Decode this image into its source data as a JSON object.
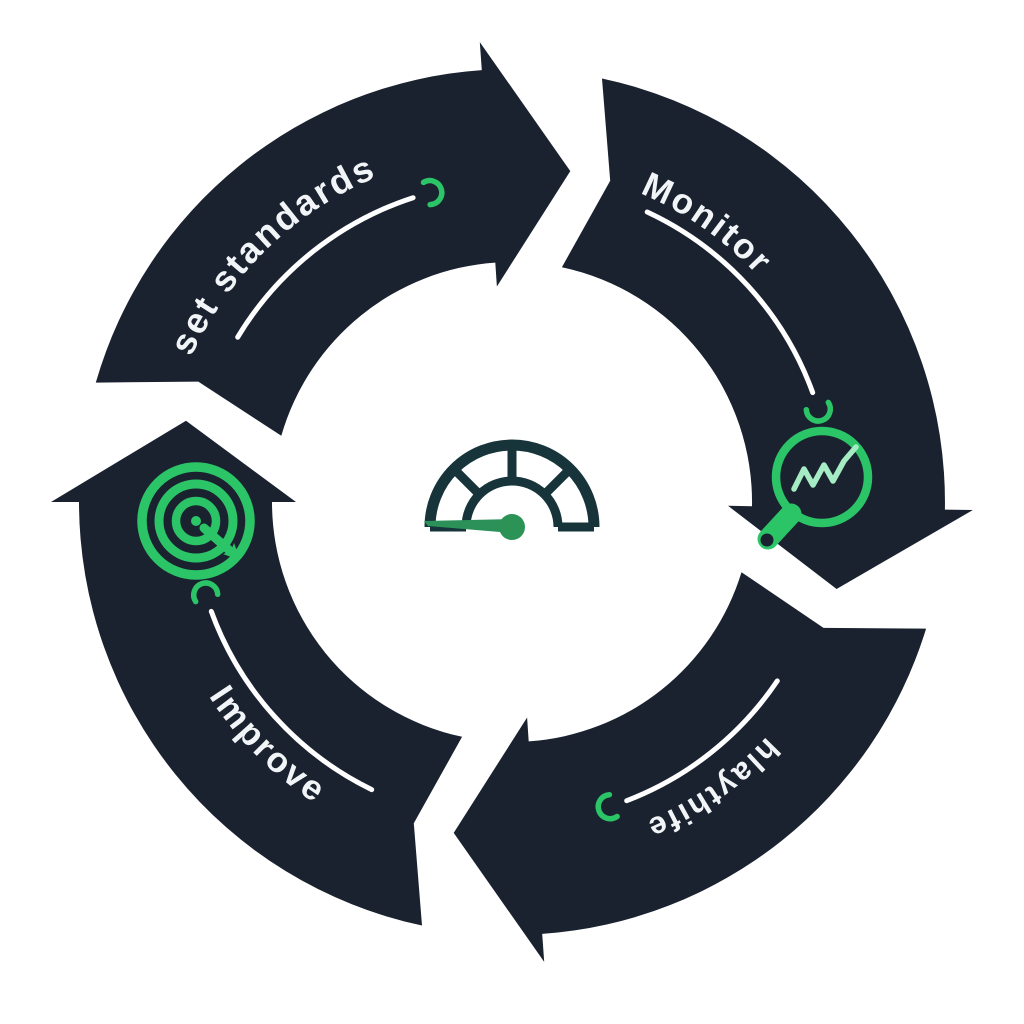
{
  "background": "#ffffff",
  "colors": {
    "ring_navy": "#1a2230",
    "accent_green": "#2bc568",
    "zigzag_mint": "#a5ecc4",
    "needle_green": "#2b9158",
    "hub_green": "#2a9355",
    "gauge_dark": "#16343a",
    "swoosh_white": "#ffffff",
    "label_white": "#f2f5f7"
  },
  "cycle": {
    "direction": "clockwise",
    "segments": [
      {
        "id": "set-standards",
        "label": "set standards",
        "position": "top-left"
      },
      {
        "id": "monitor",
        "label": "Monitor",
        "position": "top-right"
      },
      {
        "id": "analyze",
        "label": "hlaythife",
        "position": "bottom-right",
        "orientation": "upside-down"
      },
      {
        "id": "improve",
        "label": "Improve",
        "position": "bottom-left"
      }
    ]
  },
  "icons": {
    "center": "gauge-speedometer-icon",
    "improve_arrow": "target-bullseye-icon",
    "monitor_arrow": "magnifier-trend-chart-icon"
  }
}
